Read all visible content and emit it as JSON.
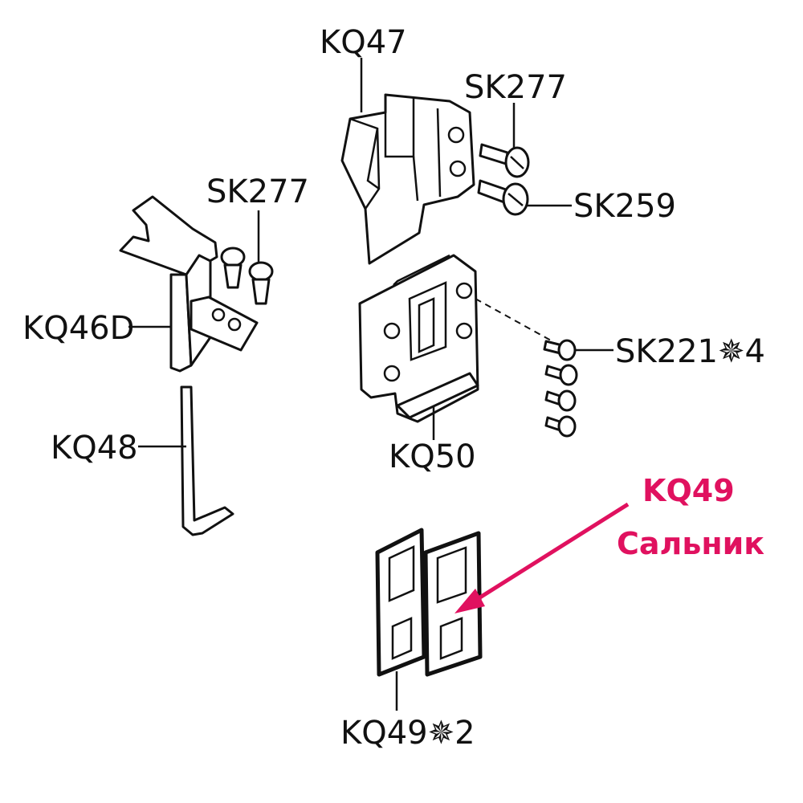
{
  "labels": {
    "kq47": "KQ47",
    "sk277_top": "SK277",
    "sk259": "SK259",
    "sk277_left": "SK277",
    "kq46d": "KQ46D",
    "sk221": "SK221✵4",
    "kq48": "KQ48",
    "kq50": "KQ50",
    "kq49_2": "KQ49✵2"
  },
  "callout": {
    "code": "KQ49",
    "name": "Сальник",
    "color": "#e0115f"
  }
}
